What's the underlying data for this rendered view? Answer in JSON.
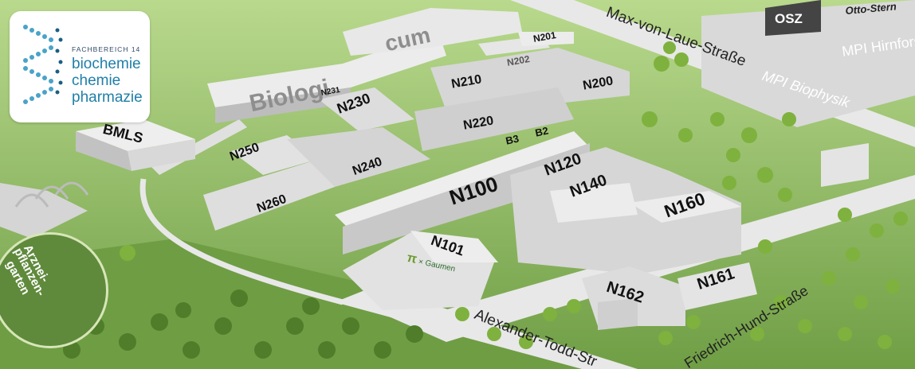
{
  "logo": {
    "department": "FACHBEREICH 14",
    "line1": "biochemie",
    "line2": "chemie",
    "line3": "pharmazie"
  },
  "buildings": {
    "biologicum_a": "Biologi",
    "biologicum_b": "cum",
    "bmls": "BMLS",
    "n201": "N201",
    "n202": "N202",
    "n210": "N210",
    "n200": "N200",
    "n231": "N231",
    "n230": "N230",
    "n220": "N220",
    "b3": "B3",
    "b2": "B2",
    "n250": "N250",
    "n240": "N240",
    "n260": "N260",
    "n100": "N100",
    "n120": "N120",
    "n140": "N140",
    "n160": "N160",
    "n101": "N101",
    "n162": "N162",
    "n161": "N161",
    "osz": "OSZ",
    "mpi_hirn": "MPI Hirnfors",
    "mpi_bio": "MPI Biophysik"
  },
  "cafe": {
    "symbol": "π",
    "name": "× Gaumen"
  },
  "streets": {
    "laue": "Max-von-Laue-Straße",
    "otto": "Otto-Stern",
    "todd": "Alexander-Todd-Str",
    "hund": "Friedrich-Hund-Straße"
  },
  "garden": {
    "line1": "Arznei-",
    "line2": "pflanzen-",
    "line3": "garten"
  },
  "colors": {
    "grass": "#9cc46a",
    "grass_dark": "#7aa84f",
    "road": "#e6e6e6",
    "building_top": "#ececec",
    "building_side": "#bdbdbd",
    "logo_blue": "#1f7fa8"
  }
}
